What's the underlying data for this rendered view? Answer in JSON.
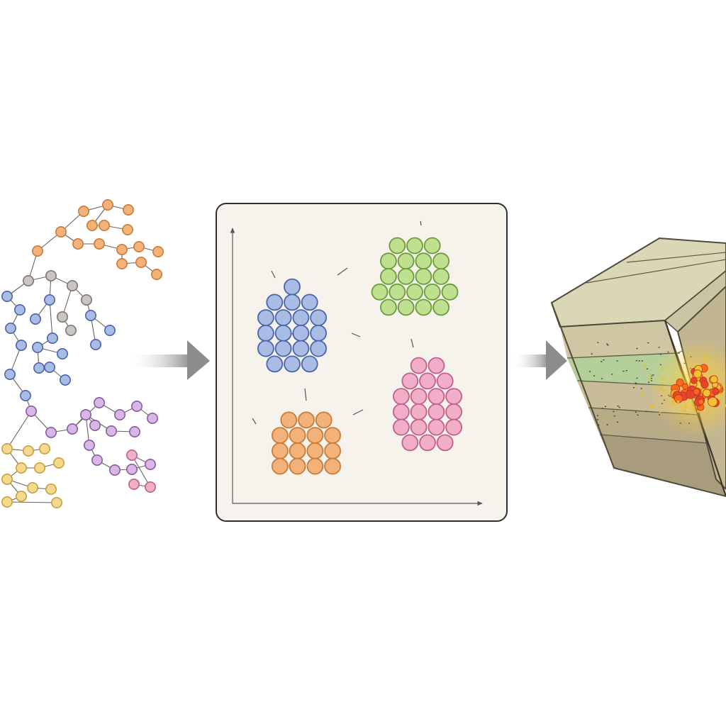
{
  "figure": {
    "panels": [
      {
        "id": "graph-network",
        "kind": "network-of-clustered-nodes"
      },
      {
        "id": "embedding-space",
        "kind": "clustered-scatter-with-axes"
      },
      {
        "id": "geologic-fault-block",
        "kind": "layered-rock-block-with-fault-and-hotspot"
      }
    ],
    "arrows": [
      "network-to-embedding",
      "embedding-to-fault-block"
    ]
  },
  "colors": {
    "orange": {
      "fill": "#f3b27a",
      "stroke": "#c97b36"
    },
    "grey": {
      "fill": "#c9c6c2",
      "stroke": "#7d7770"
    },
    "blue": {
      "fill": "#a9bde4",
      "stroke": "#4a63ad"
    },
    "purple": {
      "fill": "#d7b8e4",
      "stroke": "#8a5aa6"
    },
    "yellow": {
      "fill": "#f5d98e",
      "stroke": "#c6a13a"
    },
    "pink": {
      "fill": "#f1aec8",
      "stroke": "#c25f88"
    },
    "green": {
      "fill": "#bfe08e",
      "stroke": "#6c9a3a"
    },
    "panel_bg": "#f6f3ec",
    "panel_border": "#2f2f2f",
    "arrow": "#8c8c8c",
    "rock_top": "#dad7b6",
    "rock_layers": [
      "#cfc6a3",
      "#b5cf9b",
      "#c8bd98",
      "#b8ab88",
      "#a89c7c"
    ],
    "hotspot": [
      "#ff6a1a",
      "#f4c22e",
      "#e8432c"
    ]
  },
  "chart_data": {
    "type": "scatter",
    "title": "",
    "xlabel": "",
    "ylabel": "",
    "series": [
      {
        "cluster": "blue",
        "point_count": 19
      },
      {
        "cluster": "green",
        "point_count": 20
      },
      {
        "cluster": "pink",
        "point_count": 20
      },
      {
        "cluster": "orange",
        "point_count": 15
      }
    ],
    "grid": false,
    "axes": "left-and-bottom-with-arrowheads"
  }
}
